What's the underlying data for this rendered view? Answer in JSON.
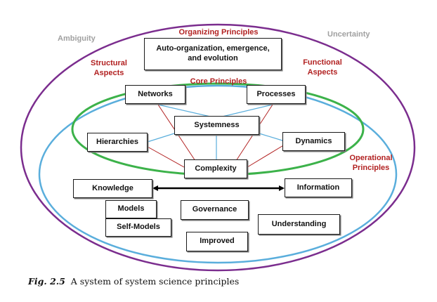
{
  "outer_labels": {
    "left": "Ambiguity",
    "right": "Uncertainty"
  },
  "section_labels": {
    "organizing": "Organizing Principles",
    "structural": "Structural\nAspects",
    "functional": "Functional\nAspects",
    "core": "Core Principles",
    "operational": "Operational\nPrinciples"
  },
  "boxes": {
    "auto_org": "Auto-organization, emergence,\nand evolution",
    "networks": "Networks",
    "processes": "Processes",
    "systemness": "Systemness",
    "hierarchies": "Hierarchies",
    "dynamics": "Dynamics",
    "complexity": "Complexity",
    "knowledge": "Knowledge",
    "information": "Information",
    "models": "Models",
    "self_models": "Self-Models",
    "governance": "Governance",
    "understanding": "Understanding",
    "improved": "Improved"
  },
  "colors": {
    "outer_ellipse": "#7b2d8e",
    "middle_ellipse": "#5aaedc",
    "core_ellipse": "#3cb24a",
    "label_red": "#b22222",
    "label_gray": "#a0a0a0"
  },
  "caption": {
    "number": "Fig. 2.5",
    "text": "A system of system science principles"
  }
}
